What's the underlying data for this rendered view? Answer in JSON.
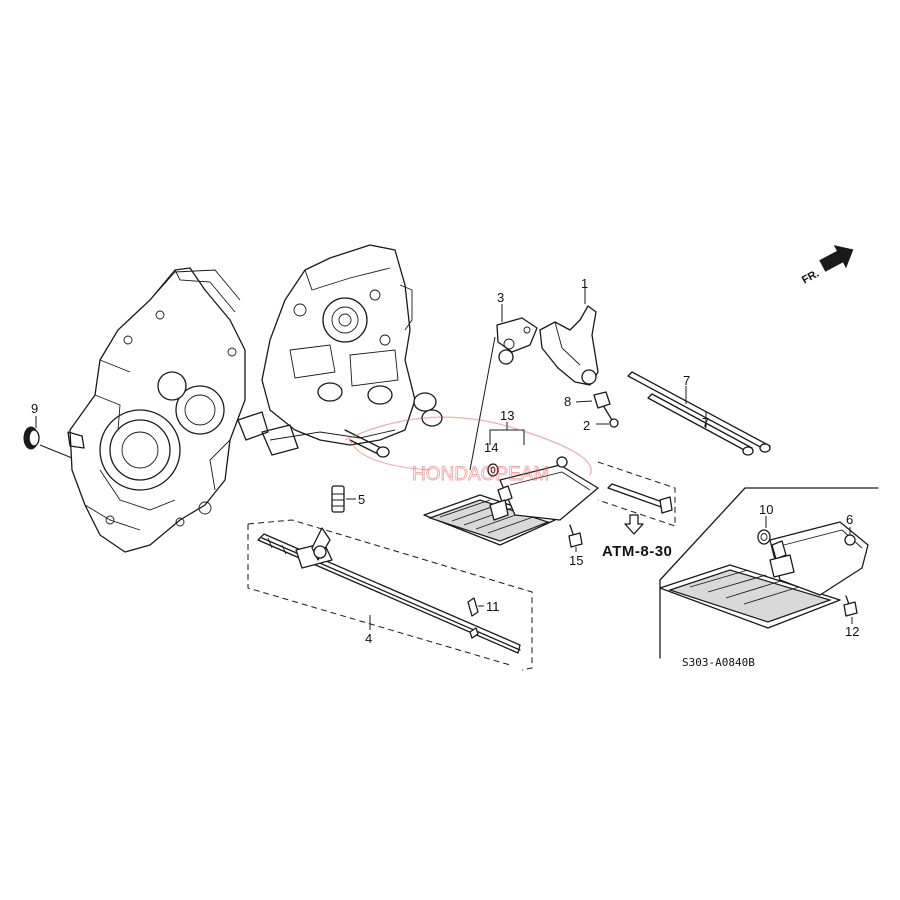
{
  "callouts": {
    "c1": "1",
    "c2": "2",
    "c3": "3",
    "c4": "4",
    "c5": "5",
    "c6": "6",
    "c7a": "7",
    "c7b": "7",
    "c8": "8",
    "c9": "9",
    "c10": "10",
    "c11": "11",
    "c12": "12",
    "c13": "13",
    "c14": "14",
    "c15": "15"
  },
  "reference_page": "ATM-8-30",
  "front_indicator": "FR.",
  "diagram_code": "S303-A0840B",
  "watermark": "HONDAOPEAM",
  "colors": {
    "line": "#1a1a1a",
    "background": "#ffffff",
    "watermark": "#e06060"
  },
  "icons": {
    "reference_arrow": "down-arrow-outline-icon",
    "front_arrow": "fr-arrow-icon"
  }
}
